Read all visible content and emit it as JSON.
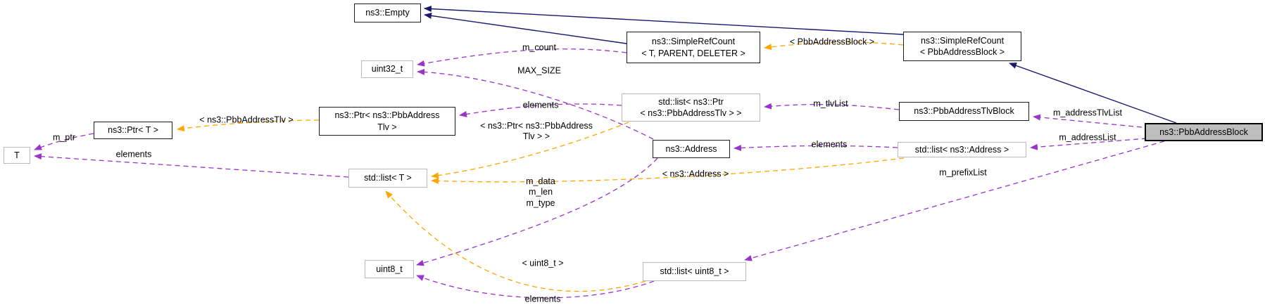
{
  "diagram": {
    "kind": "collaboration-graph",
    "main_class": "ns3::PbbAddressBlock",
    "colors": {
      "inheritance_edge": "#191970",
      "usage_edge": "#9933cc",
      "template_edge": "#ffa500",
      "main_node_fill": "#bebebe",
      "documented_node_border": "#1c1c1c",
      "plain_node_border": "#b9b9b9"
    }
  },
  "nodes": {
    "empty": {
      "label": "ns3::Empty"
    },
    "src_t": {
      "lines": [
        "ns3::SimpleRefCount",
        "< T, PARENT, DELETER >"
      ]
    },
    "src_pab": {
      "lines": [
        "ns3::SimpleRefCount",
        "< PbbAddressBlock >"
      ]
    },
    "uint32": {
      "label": "uint32_t"
    },
    "ptr_tlv": {
      "lines": [
        "ns3::Ptr< ns3::PbbAddress",
        "Tlv >"
      ]
    },
    "ptr_t": {
      "label": "ns3::Ptr< T >"
    },
    "t": {
      "label": "T"
    },
    "list_ptr": {
      "lines": [
        "std::list< ns3::Ptr",
        "< ns3::PbbAddressTlv > >"
      ]
    },
    "tlvblock": {
      "label": "ns3::PbbAddressTlvBlock"
    },
    "address": {
      "label": "ns3::Address"
    },
    "list_addr": {
      "label": "std::list< ns3::Address >"
    },
    "pab": {
      "label": "ns3::PbbAddressBlock"
    },
    "list_t": {
      "label": "std::list< T >"
    },
    "uint8": {
      "label": "uint8_t"
    },
    "list_u8": {
      "label": "std::list< uint8_t >"
    }
  },
  "edge_labels": {
    "m_count": "m_count",
    "max_size": "MAX_SIZE",
    "tpl_pab": "< PbbAddressBlock >",
    "elements_ptr": "elements",
    "tpl_ptr_tlv": "< ns3::PbbAddressTlv >",
    "m_ptr": "m_ptr",
    "elements_t": "elements",
    "tpl_list_ptr_1": "< ns3::Ptr< ns3::PbbAddress",
    "tpl_list_ptr_2": "Tlv > >",
    "m_tlvList": "m_tlvList",
    "m_addressTlvList": "m_addressTlvList",
    "elements_addr": "elements",
    "m_addressList": "m_addressList",
    "tpl_addr": "< ns3::Address >",
    "m_data": "m_data",
    "m_len": "m_len",
    "m_type": "m_type",
    "m_prefixList": "m_prefixList",
    "tpl_u8": "< uint8_t >",
    "elements_u8": "elements"
  },
  "edges": [
    {
      "from": "ns3::SimpleRefCount< T, PARENT, DELETER >",
      "to": "ns3::Empty",
      "type": "inheritance",
      "label": ""
    },
    {
      "from": "ns3::SimpleRefCount< PbbAddressBlock >",
      "to": "ns3::Empty",
      "type": "inheritance",
      "label": ""
    },
    {
      "from": "ns3::PbbAddressBlock",
      "to": "ns3::SimpleRefCount< PbbAddressBlock >",
      "type": "inheritance",
      "label": ""
    },
    {
      "from": "ns3::SimpleRefCount< PbbAddressBlock >",
      "to": "ns3::SimpleRefCount< T, PARENT, DELETER >",
      "type": "template",
      "label": "< PbbAddressBlock >"
    },
    {
      "from": "ns3::SimpleRefCount< T, PARENT, DELETER >",
      "to": "uint32_t",
      "type": "usage",
      "label": "m_count"
    },
    {
      "from": "ns3::Address",
      "to": "uint32_t",
      "type": "usage",
      "label": "MAX_SIZE"
    },
    {
      "from": "std::list< ns3::Ptr< ns3::PbbAddressTlv > >",
      "to": "ns3::Ptr< ns3::PbbAddressTlv >",
      "type": "usage",
      "label": "elements"
    },
    {
      "from": "ns3::Ptr< ns3::PbbAddressTlv >",
      "to": "ns3::Ptr< T >",
      "type": "template",
      "label": "< ns3::PbbAddressTlv >"
    },
    {
      "from": "ns3::Ptr< T >",
      "to": "T",
      "type": "usage",
      "label": "m_ptr"
    },
    {
      "from": "std::list< T >",
      "to": "T",
      "type": "usage",
      "label": "elements"
    },
    {
      "from": "std::list< ns3::Ptr< ns3::PbbAddressTlv > >",
      "to": "std::list< T >",
      "type": "template",
      "label": "< ns3::Ptr< ns3::PbbAddressTlv > >"
    },
    {
      "from": "ns3::PbbAddressTlvBlock",
      "to": "std::list< ns3::Ptr< ns3::PbbAddressTlv > >",
      "type": "usage",
      "label": "m_tlvList"
    },
    {
      "from": "std::list< ns3::Address >",
      "to": "ns3::Address",
      "type": "usage",
      "label": "elements"
    },
    {
      "from": "std::list< ns3::Address >",
      "to": "std::list< T >",
      "type": "template",
      "label": "< ns3::Address >"
    },
    {
      "from": "ns3::PbbAddressBlock",
      "to": "ns3::PbbAddressTlvBlock",
      "type": "usage",
      "label": "m_addressTlvList"
    },
    {
      "from": "ns3::PbbAddressBlock",
      "to": "std::list< ns3::Address >",
      "type": "usage",
      "label": "m_addressList"
    },
    {
      "from": "ns3::PbbAddressBlock",
      "to": "std::list< uint8_t >",
      "type": "usage",
      "label": "m_prefixList"
    },
    {
      "from": "ns3::Address",
      "to": "uint8_t",
      "type": "usage",
      "label": "m_data m_len m_type"
    },
    {
      "from": "std::list< uint8_t >",
      "to": "uint8_t",
      "type": "usage",
      "label": "elements"
    },
    {
      "from": "std::list< uint8_t >",
      "to": "std::list< T >",
      "type": "template",
      "label": "< uint8_t >"
    }
  ]
}
